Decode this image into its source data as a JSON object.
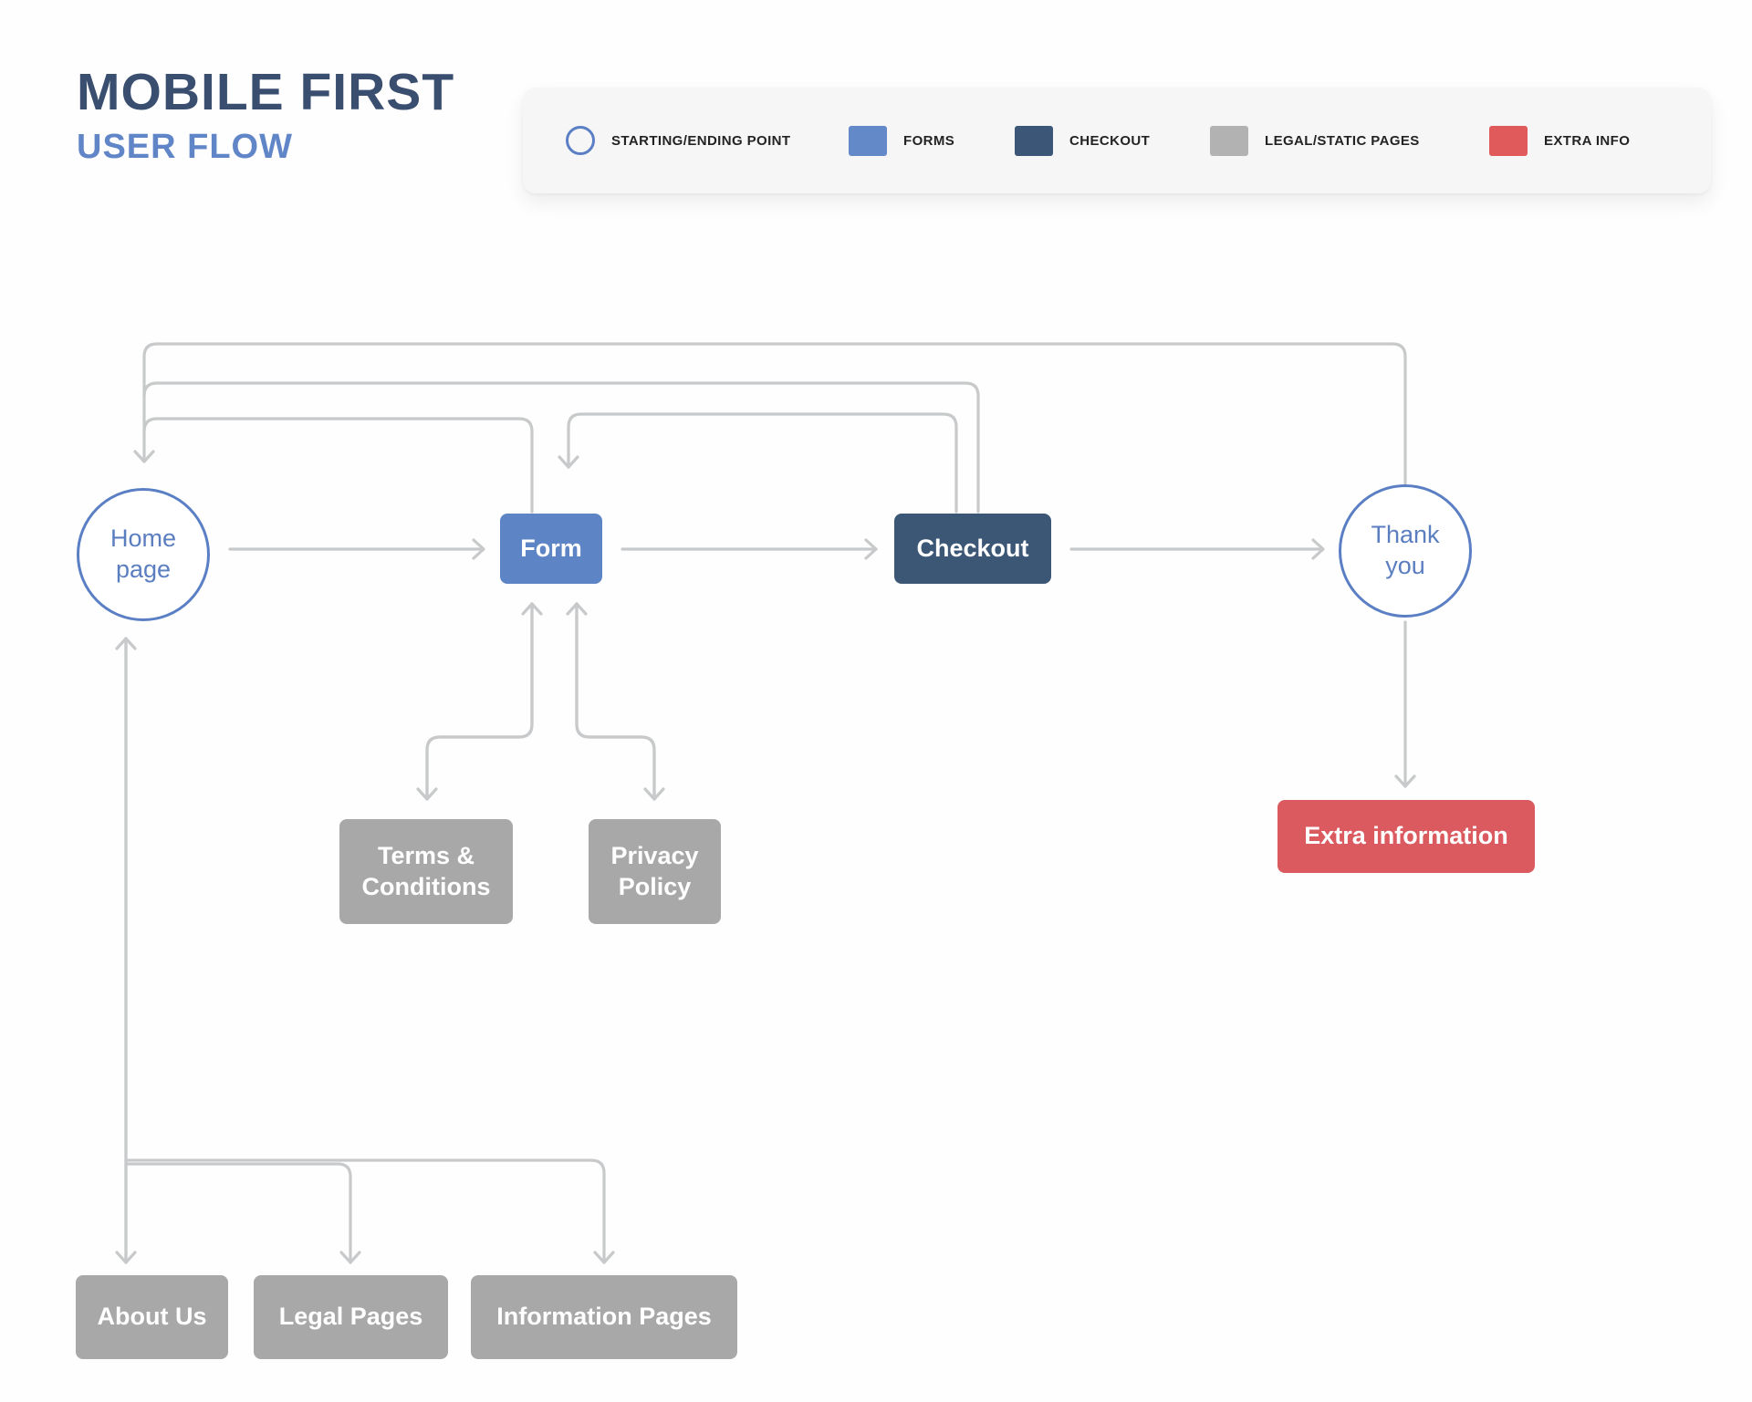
{
  "title": {
    "main": "MOBILE FIRST",
    "subtitle": "USER FLOW"
  },
  "legend": {
    "items": [
      {
        "id": "starting-ending-point",
        "label": "STARTING/ENDING POINT",
        "swatch": "circle-outline",
        "color": "#5b7fc4"
      },
      {
        "id": "forms",
        "label": "FORMS",
        "swatch": "square",
        "color": "#6389c8"
      },
      {
        "id": "checkout",
        "label": "CHECKOUT",
        "swatch": "square",
        "color": "#3c5677"
      },
      {
        "id": "legal-static-pages",
        "label": "LEGAL/STATIC PAGES",
        "swatch": "square",
        "color": "#b2b2b2"
      },
      {
        "id": "extra-info",
        "label": "EXTRA INFO",
        "swatch": "square",
        "color": "#e05a5c"
      }
    ]
  },
  "nodes": {
    "home": {
      "label": "Home page",
      "type": "starting-ending-point"
    },
    "form": {
      "label": "Form",
      "type": "forms",
      "color": "#5d84c5"
    },
    "checkout": {
      "label": "Checkout",
      "type": "checkout",
      "color": "#3c5675"
    },
    "thank_you": {
      "label": "Thank you",
      "type": "starting-ending-point"
    },
    "extra_information": {
      "label": "Extra information",
      "type": "extra-info",
      "color": "#da5a5f"
    },
    "terms_conditions": {
      "label": "Terms & Conditions",
      "type": "legal-static-pages",
      "color": "#a8a8a8"
    },
    "privacy_policy": {
      "label": "Privacy Policy",
      "type": "legal-static-pages",
      "color": "#a8a8a8"
    },
    "about_us": {
      "label": "About Us",
      "type": "legal-static-pages",
      "color": "#a8a8a8"
    },
    "legal_pages": {
      "label": "Legal Pages",
      "type": "legal-static-pages",
      "color": "#a8a8a8"
    },
    "information_pages": {
      "label": "Information Pages",
      "type": "legal-static-pages",
      "color": "#a8a8a8"
    }
  },
  "edges": [
    {
      "from": "home",
      "to": "form"
    },
    {
      "from": "form",
      "to": "checkout"
    },
    {
      "from": "checkout",
      "to": "thank_you"
    },
    {
      "from": "thank_you",
      "to": "extra_information"
    },
    {
      "from": "thank_you",
      "to": "home"
    },
    {
      "from": "checkout",
      "to": "home"
    },
    {
      "from": "form",
      "to": "home"
    },
    {
      "from": "checkout",
      "to": "form"
    },
    {
      "from": "form",
      "to": "terms_conditions",
      "bidirectional": true
    },
    {
      "from": "form",
      "to": "privacy_policy",
      "bidirectional": true
    },
    {
      "from": "home",
      "to": "about_us",
      "bidirectional": true
    },
    {
      "from": "home",
      "to": "legal_pages"
    },
    {
      "from": "home",
      "to": "information_pages"
    }
  ],
  "colors": {
    "background": "#fefefe",
    "title_main": "#3a4e70",
    "title_subtitle": "#6186c8",
    "connector": "#c7c9ca",
    "circle_border": "#5b7fc4",
    "legend_background": "#f6f6f7"
  }
}
